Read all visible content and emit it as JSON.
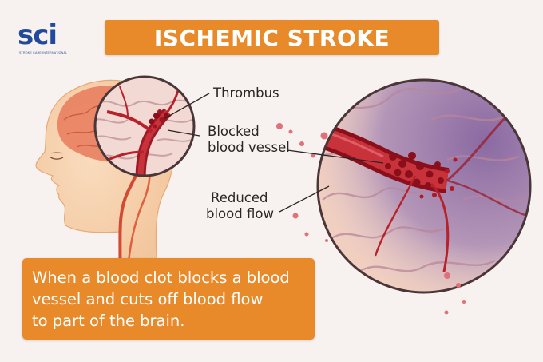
{
  "logo": {
    "text": "sci",
    "subtitle": "STROKE CARE INTERNATIONAL"
  },
  "title": "ISCHEMIC STROKE",
  "labels": {
    "thrombus": "Thrombus",
    "blocked_line1": "Blocked",
    "blocked_line2": "blood vessel",
    "reduced_line1": "Reduced",
    "reduced_line2": "blood flow"
  },
  "caption": {
    "line1": "When a blood clot blocks a blood",
    "line2": "vessel and cuts off blood flow",
    "line3": "to part of the brain."
  },
  "colors": {
    "accent": "#e8892a",
    "logo_blue": "#234a9a",
    "vessel_red": "#b8202a",
    "brain_pink": "#efb5a0",
    "ischemic_purple": "#9a7aa8"
  }
}
